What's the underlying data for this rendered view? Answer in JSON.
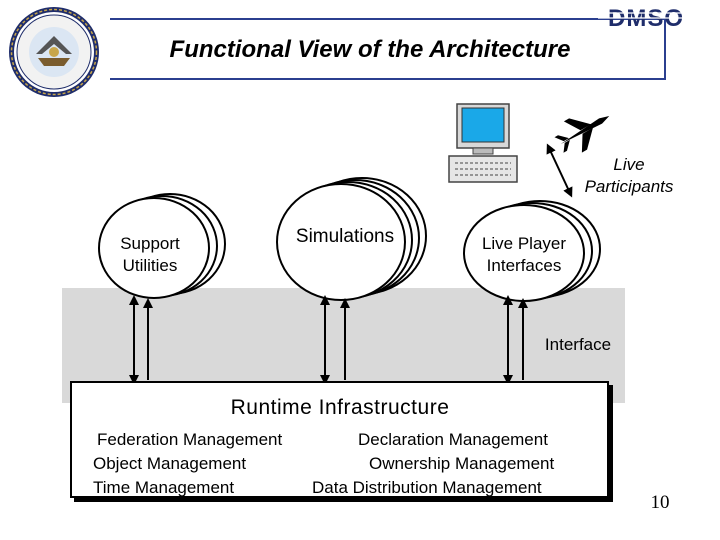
{
  "title": "Functional View of the Architecture",
  "seal_text": "DEPARTMENT OF DEFENSE · UNITED STATES OF AMERICA",
  "logo_text": "DMSO",
  "components": {
    "support": "Support\nUtilities",
    "simulations": "Simulations",
    "live_player": "Live Player\nInterfaces",
    "live_participants": "Live\nParticipants"
  },
  "interface_label": "Interface",
  "runtime": {
    "title": "Runtime Infrastructure",
    "services": {
      "federation": "Federation Management",
      "declaration": "Declaration Management",
      "object": "Object Management",
      "ownership": "Ownership Management",
      "time": "Time Management",
      "data_distribution": "Data Distribution Management"
    }
  },
  "page_number": "10",
  "colors": {
    "band": "#d9d9d9",
    "brand": "#2b3f8f",
    "monitor_screen": "#1aa8e8"
  }
}
